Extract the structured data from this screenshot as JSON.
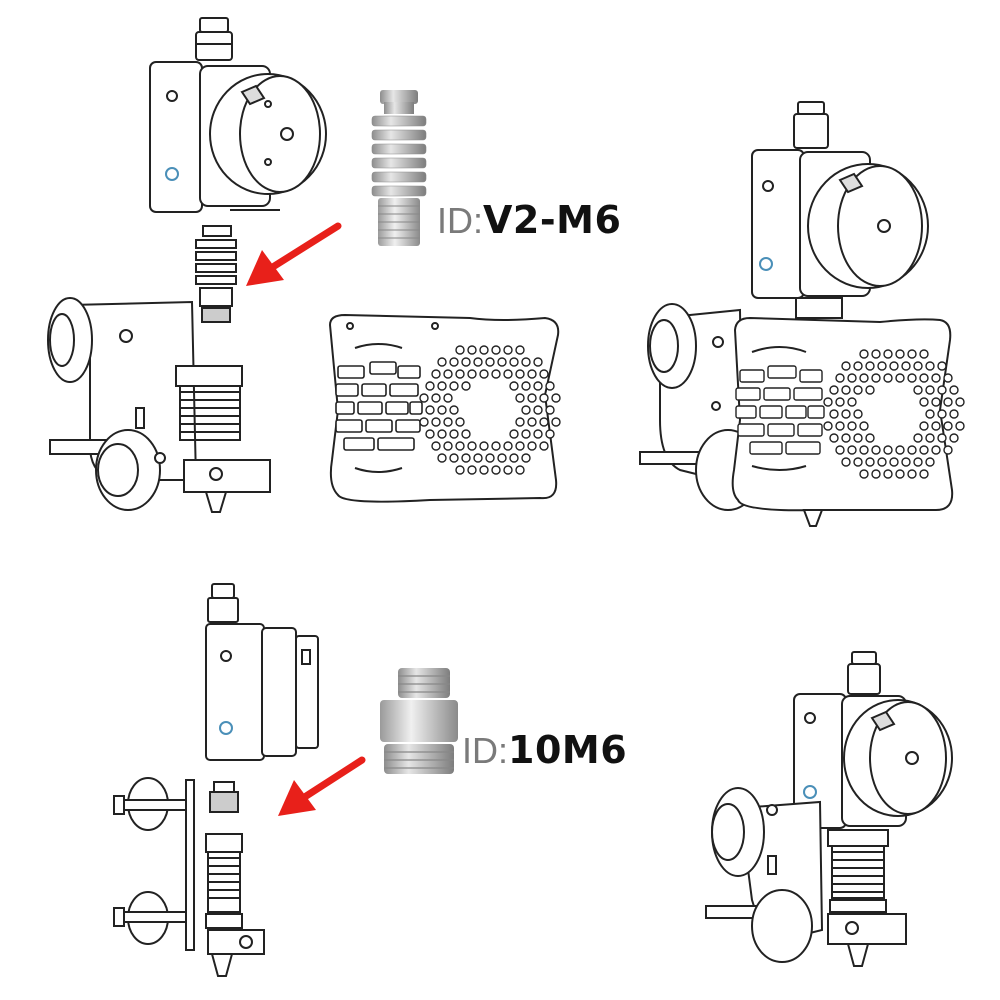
{
  "labels": {
    "part_1": {
      "prefix": "ID:",
      "value": "V2-M6"
    },
    "part_2": {
      "prefix": "ID:",
      "value": "10M6"
    }
  },
  "colors": {
    "arrow": "#e8201a",
    "line_art": "#222222",
    "metal": "#b9b9b9",
    "accent_screw": "#4a8fb8"
  },
  "icons": {
    "arrow_1": "red-arrow-icon",
    "arrow_2": "red-arrow-icon"
  }
}
